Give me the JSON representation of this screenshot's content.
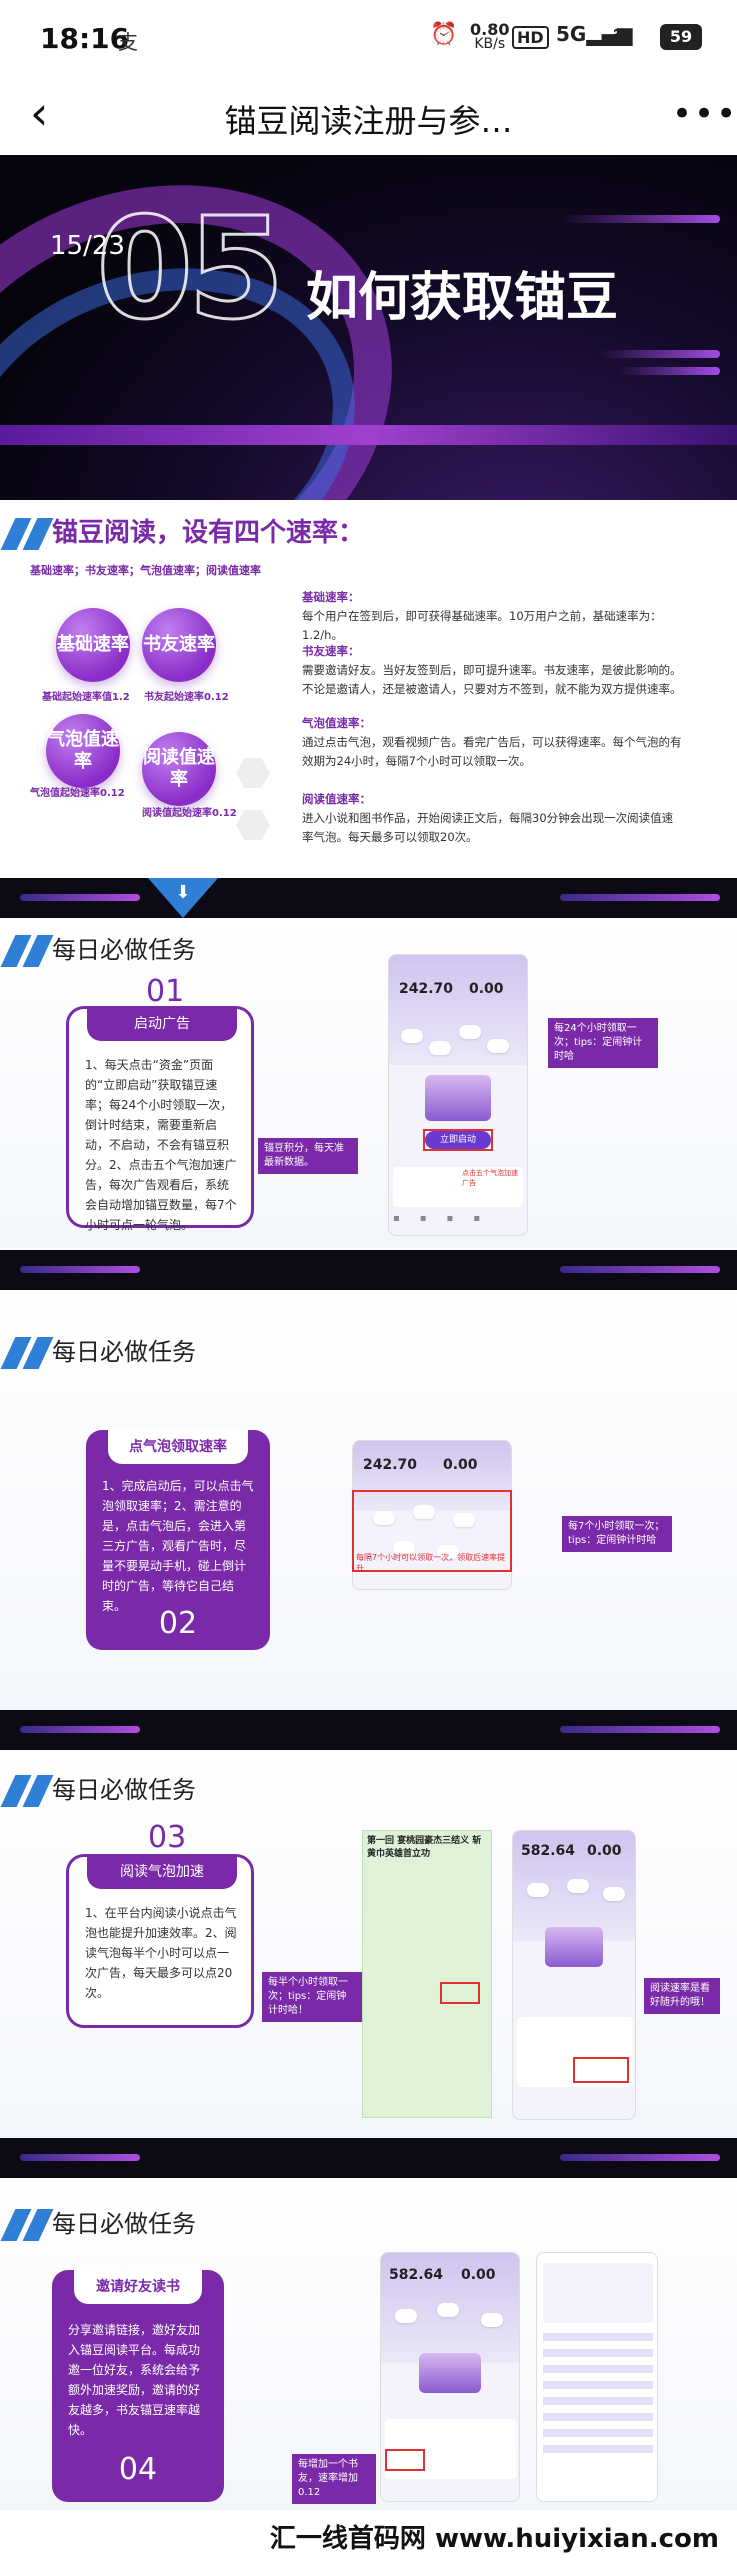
{
  "status_bar": {
    "time": "18:16",
    "indicator": "支",
    "net_speed": "0.80",
    "net_unit": "KB/s",
    "battery": "59"
  },
  "nav": {
    "title": "锚豆阅读注册与参…",
    "back_icon": "chevron-left-icon",
    "more_icon": "more-dots-icon"
  },
  "hero": {
    "page": "15/23",
    "number": "05",
    "title": "如何获取锚豆"
  },
  "speeds": {
    "heading": "锚豆阅读，设有四个速率：",
    "subheading": "基础速率；书友速率；气泡值速率；阅读值速率",
    "bubbles": [
      {
        "label": "基础速率",
        "caption": "基础起始速率值1.2"
      },
      {
        "label": "书友速率",
        "caption": "书友起始速率0.12"
      },
      {
        "label": "气泡值速率",
        "caption": "气泡值起始速率0.12"
      },
      {
        "label": "阅读值速率",
        "caption": "阅读值起始速率0.12"
      }
    ],
    "descriptions": [
      {
        "title": "基础速率：",
        "text": "每个用户在签到后，即可获得基础速率。10万用户之前，基础速率为：1.2/h。"
      },
      {
        "title": "书友速率：",
        "text": "需要邀请好友。当好友签到后，即可提升速率。书友速率，是彼此影响的。不论是邀请人，还是被邀请人，只要对方不签到，就不能为双方提供速率。"
      },
      {
        "title": "气泡值速率：",
        "text": "通过点击气泡，观看视频广告。看完广告后，可以获得速率。每个气泡的有效期为24小时，每隔7个小时可以领取一次。"
      },
      {
        "title": "阅读值速率：",
        "text": "进入小说和图书作品，开始阅读正文后，每隔30分钟会出现一次阅读值速率气泡。每天最多可以领取20次。"
      }
    ]
  },
  "tasks": [
    {
      "heading": "每日必做任务",
      "number": "01",
      "tab": "启动广告",
      "text": "1、每天点击“资金”页面的“立即启动”获取锚豆速率；每24个小时领取一次，倒计时结束，需要重新启动，不启动，不会有锚豆积分。2、点击五个气泡加速广告，每次广告观看后，系统会自动增加锚豆数量，每7个小时可点一轮气泡。",
      "phone_values": [
        "242.70",
        "0.00"
      ],
      "phone_button": "立即启动",
      "callout_right": "每24个小时领取一次；tips：定闹钟计时哈",
      "callout_left": "锚豆积分，每天准最新数据。",
      "callout_mid": "点击五个气泡加速广告"
    },
    {
      "heading": "每日必做任务",
      "number": "02",
      "tab": "点气泡领取速率",
      "text": "1、完成启动后，可以点击气泡领取速率；2、需注意的是，点击气泡后，会进入第三方广告，观看广告时，尽量不要晃动手机，碰上倒计时的广告，等待它自己结束。",
      "phone_values": [
        "242.70",
        "0.00"
      ],
      "callout_right": "每7个小时领取一次；tips：定闹钟计时哈",
      "box_caption": "每隔7个小时可以领取一次，领取后速率提升"
    },
    {
      "heading": "每日必做任务",
      "number": "03",
      "tab": "阅读气泡加速",
      "text": "1、在平台内阅读小说点击气泡也能提升加速效率。2、阅读气泡每半个小时可以点一次广告，每天最多可以点20次。",
      "novel_title": "第一回 宴桃园豪杰三结义 斩黄巾英雄首立功",
      "phone_values": [
        "582.64",
        "0.00"
      ],
      "callout_left": "每半个小时领取一次；tips：定闹钟计时哈！",
      "callout_right": "阅读速率是看好随升的哦！"
    },
    {
      "heading": "每日必做任务",
      "number": "04",
      "tab": "邀请好友读书",
      "text": "分享邀请链接，邀好友加入锚豆阅读平台。每成功邀一位好友，系统会给予额外加速奖励，邀请的好友越多，书友锚豆速率越快。",
      "phone_values": [
        "582.64",
        "0.00"
      ],
      "callout_left": "每增加一个书友，速率增加0.12"
    }
  ],
  "footer": {
    "watermark": "汇一线首码网 www.huiyixian.com"
  }
}
